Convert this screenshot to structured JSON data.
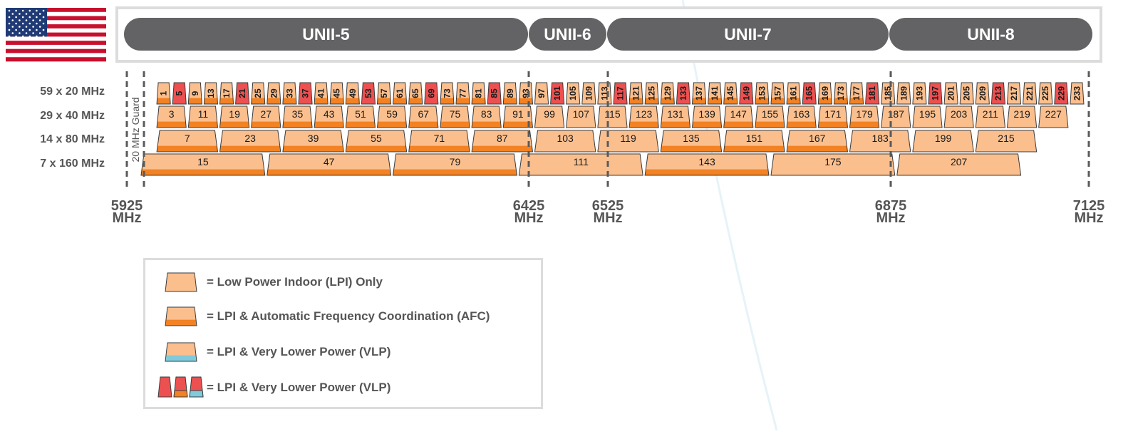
{
  "colors": {
    "lpi": "#fbbf8e",
    "afc_band": "#f28223",
    "vlp_band": "#7fcbdb",
    "red": "#ed5050",
    "unii_pill": "#636366",
    "stroke": "#3b3b3b",
    "dash": "#5a5a5a"
  },
  "flag": {
    "name": "us-flag"
  },
  "bands": [
    {
      "label": "UNII-5"
    },
    {
      "label": "UNII-6"
    },
    {
      "label": "UNII-7"
    },
    {
      "label": "UNII-8"
    }
  ],
  "rows": [
    {
      "label": "59 x 20 MHz"
    },
    {
      "label": "29 x 40 MHz"
    },
    {
      "label": "14 x 80 MHz"
    },
    {
      "label": "7 x 160 MHz"
    }
  ],
  "guard_label": "20 MHz Guard",
  "frequency_markers": [
    {
      "value": "5925",
      "unit": "MHz"
    },
    {
      "value": "6425",
      "unit": "MHz"
    },
    {
      "value": "6525",
      "unit": "MHz"
    },
    {
      "value": "6875",
      "unit": "MHz"
    },
    {
      "value": "7125",
      "unit": "MHz"
    }
  ],
  "channels": {
    "ch20": [
      {
        "ch": "1",
        "type": "afc"
      },
      {
        "ch": "5",
        "type": "red"
      },
      {
        "ch": "9",
        "type": "afc"
      },
      {
        "ch": "13",
        "type": "afc"
      },
      {
        "ch": "17",
        "type": "afc"
      },
      {
        "ch": "21",
        "type": "red"
      },
      {
        "ch": "25",
        "type": "afc"
      },
      {
        "ch": "29",
        "type": "afc"
      },
      {
        "ch": "33",
        "type": "afc"
      },
      {
        "ch": "37",
        "type": "red"
      },
      {
        "ch": "41",
        "type": "afc"
      },
      {
        "ch": "45",
        "type": "afc"
      },
      {
        "ch": "49",
        "type": "afc"
      },
      {
        "ch": "53",
        "type": "red"
      },
      {
        "ch": "57",
        "type": "afc"
      },
      {
        "ch": "61",
        "type": "afc"
      },
      {
        "ch": "65",
        "type": "afc"
      },
      {
        "ch": "69",
        "type": "red"
      },
      {
        "ch": "73",
        "type": "afc"
      },
      {
        "ch": "77",
        "type": "afc"
      },
      {
        "ch": "81",
        "type": "afc"
      },
      {
        "ch": "85",
        "type": "red"
      },
      {
        "ch": "89",
        "type": "afc"
      },
      {
        "ch": "93",
        "type": "afc"
      },
      {
        "ch": "97",
        "type": "lpi"
      },
      {
        "ch": "101",
        "type": "red"
      },
      {
        "ch": "105",
        "type": "lpi"
      },
      {
        "ch": "109",
        "type": "lpi"
      },
      {
        "ch": "113",
        "type": "lpi"
      },
      {
        "ch": "117",
        "type": "red"
      },
      {
        "ch": "121",
        "type": "afc"
      },
      {
        "ch": "125",
        "type": "afc"
      },
      {
        "ch": "129",
        "type": "afc"
      },
      {
        "ch": "133",
        "type": "red"
      },
      {
        "ch": "137",
        "type": "afc"
      },
      {
        "ch": "141",
        "type": "afc"
      },
      {
        "ch": "145",
        "type": "afc"
      },
      {
        "ch": "149",
        "type": "red"
      },
      {
        "ch": "153",
        "type": "afc"
      },
      {
        "ch": "157",
        "type": "afc"
      },
      {
        "ch": "161",
        "type": "afc"
      },
      {
        "ch": "165",
        "type": "red"
      },
      {
        "ch": "169",
        "type": "afc"
      },
      {
        "ch": "173",
        "type": "afc"
      },
      {
        "ch": "177",
        "type": "afc"
      },
      {
        "ch": "181",
        "type": "red"
      },
      {
        "ch": "185",
        "type": "lpi"
      },
      {
        "ch": "189",
        "type": "lpi"
      },
      {
        "ch": "193",
        "type": "lpi"
      },
      {
        "ch": "197",
        "type": "red"
      },
      {
        "ch": "201",
        "type": "lpi"
      },
      {
        "ch": "205",
        "type": "lpi"
      },
      {
        "ch": "209",
        "type": "lpi"
      },
      {
        "ch": "213",
        "type": "red"
      },
      {
        "ch": "217",
        "type": "lpi"
      },
      {
        "ch": "221",
        "type": "lpi"
      },
      {
        "ch": "225",
        "type": "lpi"
      },
      {
        "ch": "229",
        "type": "red"
      },
      {
        "ch": "233",
        "type": "lpi"
      }
    ],
    "ch40": [
      {
        "ch": "3",
        "type": "afc"
      },
      {
        "ch": "11",
        "type": "afc"
      },
      {
        "ch": "19",
        "type": "afc"
      },
      {
        "ch": "27",
        "type": "afc"
      },
      {
        "ch": "35",
        "type": "afc"
      },
      {
        "ch": "43",
        "type": "afc"
      },
      {
        "ch": "51",
        "type": "afc"
      },
      {
        "ch": "59",
        "type": "afc"
      },
      {
        "ch": "67",
        "type": "afc"
      },
      {
        "ch": "75",
        "type": "afc"
      },
      {
        "ch": "83",
        "type": "afc"
      },
      {
        "ch": "91",
        "type": "afc"
      },
      {
        "ch": "99",
        "type": "lpi"
      },
      {
        "ch": "107",
        "type": "lpi"
      },
      {
        "ch": "115",
        "type": "lpi"
      },
      {
        "ch": "123",
        "type": "afc"
      },
      {
        "ch": "131",
        "type": "afc"
      },
      {
        "ch": "139",
        "type": "afc"
      },
      {
        "ch": "147",
        "type": "afc"
      },
      {
        "ch": "155",
        "type": "afc"
      },
      {
        "ch": "163",
        "type": "afc"
      },
      {
        "ch": "171",
        "type": "afc"
      },
      {
        "ch": "179",
        "type": "afc"
      },
      {
        "ch": "187",
        "type": "lpi"
      },
      {
        "ch": "195",
        "type": "lpi"
      },
      {
        "ch": "203",
        "type": "lpi"
      },
      {
        "ch": "211",
        "type": "lpi"
      },
      {
        "ch": "219",
        "type": "lpi"
      },
      {
        "ch": "227",
        "type": "lpi"
      }
    ],
    "ch80": [
      {
        "ch": "7",
        "type": "afc"
      },
      {
        "ch": "23",
        "type": "afc"
      },
      {
        "ch": "39",
        "type": "afc"
      },
      {
        "ch": "55",
        "type": "afc"
      },
      {
        "ch": "71",
        "type": "afc"
      },
      {
        "ch": "87",
        "type": "afc"
      },
      {
        "ch": "103",
        "type": "lpi"
      },
      {
        "ch": "119",
        "type": "lpi"
      },
      {
        "ch": "135",
        "type": "afc"
      },
      {
        "ch": "151",
        "type": "afc"
      },
      {
        "ch": "167",
        "type": "afc"
      },
      {
        "ch": "183",
        "type": "lpi"
      },
      {
        "ch": "199",
        "type": "lpi"
      },
      {
        "ch": "215",
        "type": "lpi"
      }
    ],
    "ch160": [
      {
        "ch": "15",
        "type": "afc"
      },
      {
        "ch": "47",
        "type": "afc"
      },
      {
        "ch": "79",
        "type": "afc"
      },
      {
        "ch": "111",
        "type": "lpi"
      },
      {
        "ch": "143",
        "type": "afc"
      },
      {
        "ch": "175",
        "type": "lpi"
      },
      {
        "ch": "207",
        "type": "lpi"
      }
    ]
  },
  "legend": [
    {
      "icon": "lpi",
      "text": "= Low Power Indoor (LPI) Only"
    },
    {
      "icon": "afc",
      "text": "= LPI & Automatic Frequency Coordination (AFC)"
    },
    {
      "icon": "vlp",
      "text": "= LPI & Very Lower Power (VLP)"
    },
    {
      "icon": "vlp-triple",
      "text": "= LPI & Very Lower Power (VLP)"
    }
  ]
}
